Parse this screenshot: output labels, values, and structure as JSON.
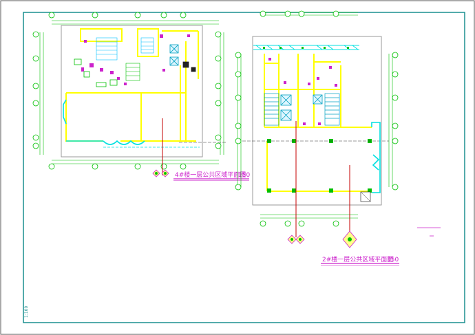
{
  "drawing": {
    "plan_4": {
      "title": "4#楼一层公共区域平面图",
      "scale": "150"
    },
    "plan_2": {
      "title": "2#楼一层公共区域平面图",
      "scale": "150"
    },
    "side_stamp": "1:100",
    "colors": {
      "frame": "#1a8f8f",
      "wall": "#ffff00",
      "grid": "#00c000",
      "outline": "#9a9a9a",
      "title": "#cc22cc",
      "cut": "#c40000",
      "glass": "#00e0e0"
    }
  }
}
